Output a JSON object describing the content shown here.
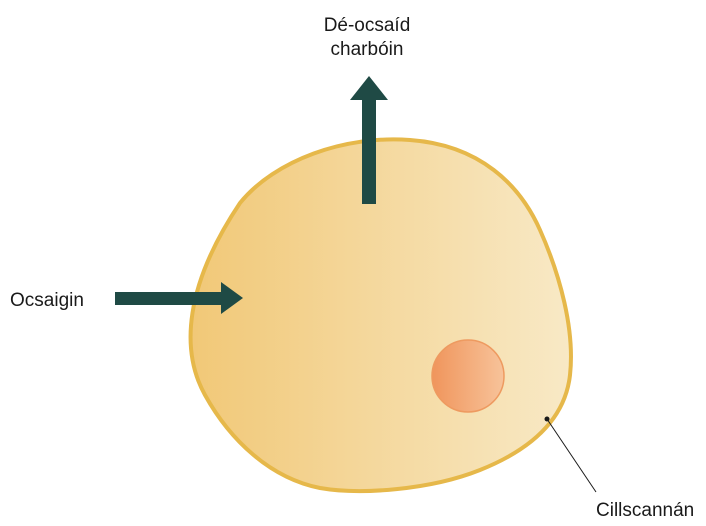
{
  "labels": {
    "co2_line1": "Dé-ocsaíd",
    "co2_line2": "charbóin",
    "oxygen": "Ocsaigin",
    "membrane": "Cillscannán"
  },
  "colors": {
    "cell_fill_left": "#f1c877",
    "cell_fill_right": "#f8e9c6",
    "cell_outline": "#e6b84a",
    "nucleus_left": "#f0955c",
    "nucleus_right": "#f7c39a",
    "nucleus_outline": "#ee9a60",
    "arrow": "#1f4a45",
    "text": "#1a1a1a"
  }
}
